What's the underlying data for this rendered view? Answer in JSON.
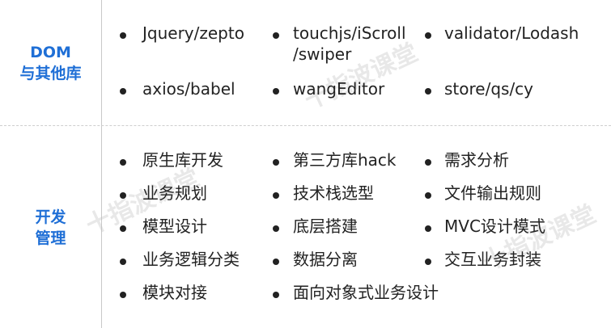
{
  "sections": [
    {
      "label_line1": "DOM",
      "label_line2": "与其他库",
      "items": [
        "Jquery/zepto",
        "touchjs/iScroll",
        "/swiper",
        "validator/Lodash",
        "axios/babel",
        "wangEditor",
        "store/qs/cy"
      ]
    },
    {
      "label_line1": "开发",
      "label_line2": "管理",
      "items": [
        "原生库开发",
        "第三方库hack",
        "需求分析",
        "业务规划",
        "技术栈选型",
        "文件输出规则",
        "模型设计",
        "底层搭建",
        "MVC设计模式",
        "业务逻辑分类",
        "数据分离",
        "交互业务封装",
        "模块对接",
        "面向对象式业务设计"
      ]
    }
  ],
  "watermark": "十指波课堂"
}
